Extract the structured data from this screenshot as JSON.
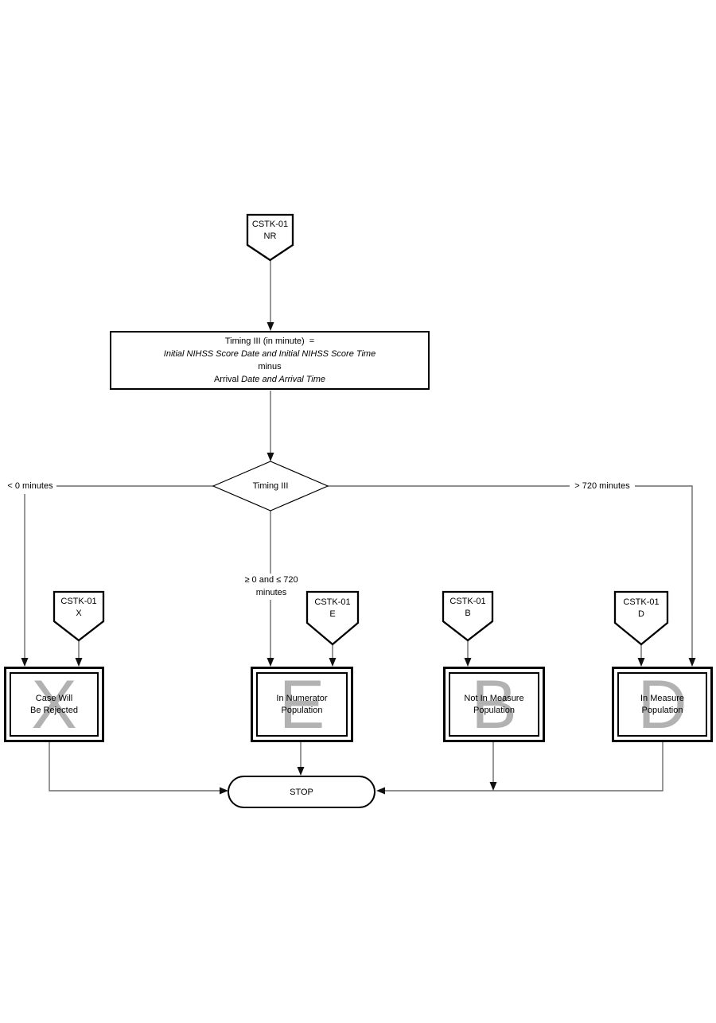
{
  "colors": {
    "bg": "#ffffff",
    "border": "#000000",
    "line": "#6b6b6b",
    "arrow": "#111111",
    "watermark": "#b2b2b2",
    "text": "#000000"
  },
  "flowchart": {
    "start": {
      "line1": "CSTK-01",
      "line2": "NR"
    },
    "calc": {
      "line1": "Timing III (in minute)  =",
      "line2": "Initial NIHSS Score Date and Initial NIHSS Score Time",
      "line3": "minus",
      "line4_regular": "Arrival ",
      "line4_italic": "Date and Arrival Time"
    },
    "decision": {
      "label": "Timing III"
    },
    "branches": {
      "left": "< 0 minutes",
      "middle_line1": "≥ 0 and ≤ 720",
      "middle_line2": "minutes",
      "right": "> 720 minutes"
    },
    "offpage": {
      "x": {
        "line1": "CSTK-01",
        "line2": "X"
      },
      "e": {
        "line1": "CSTK-01",
        "line2": "E"
      },
      "b": {
        "line1": "CSTK-01",
        "line2": "B"
      },
      "d": {
        "line1": "CSTK-01",
        "line2": "D"
      }
    },
    "outcomes": {
      "reject": {
        "watermark": "X",
        "line1": "Case Will",
        "line2": "Be Rejected"
      },
      "numerator": {
        "watermark": "E",
        "line1": "In Numerator",
        "line2": "Population"
      },
      "not_in_measure": {
        "watermark": "B",
        "line1": "Not In Measure",
        "line2": "Population"
      },
      "in_measure": {
        "watermark": "D",
        "line1": "In Measure",
        "line2": "Population"
      }
    },
    "stop": {
      "label": "STOP"
    }
  }
}
